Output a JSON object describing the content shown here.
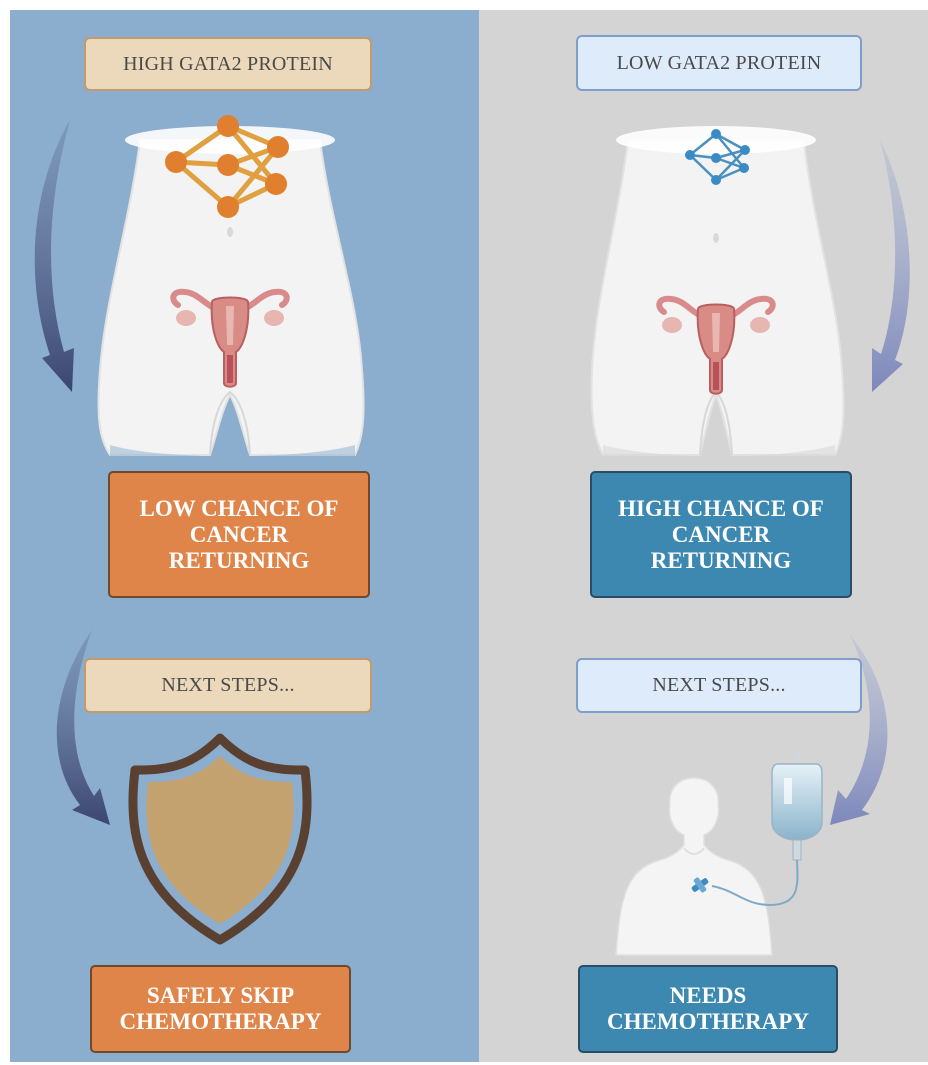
{
  "left": {
    "protein_label": "HIGH GATA2 PROTEIN",
    "outcome": "LOW CHANCE OF\nCANCER\nRETURNING",
    "next_steps": "NEXT STEPS...",
    "action": "SAFELY SKIP\nCHEMOTHERAPY"
  },
  "right": {
    "protein_label": "LOW GATA2 PROTEIN",
    "outcome": "HIGH CHANCE OF\nCANCER\nRETURNING",
    "next_steps": "NEXT STEPS...",
    "action": "NEEDS\nCHEMOTHERAPY"
  },
  "colors": {
    "left_bg": "#8badce",
    "right_bg": "#d4d4d4",
    "orange_accent": "#e0854a",
    "blue_accent": "#3c88b0",
    "shield_fill": "#c4a270",
    "shield_outline": "#5a4030"
  },
  "icons": [
    "network-icon",
    "uterus-icon",
    "shield-icon",
    "iv-bag-icon",
    "patient-icon",
    "curved-arrow-icon"
  ]
}
